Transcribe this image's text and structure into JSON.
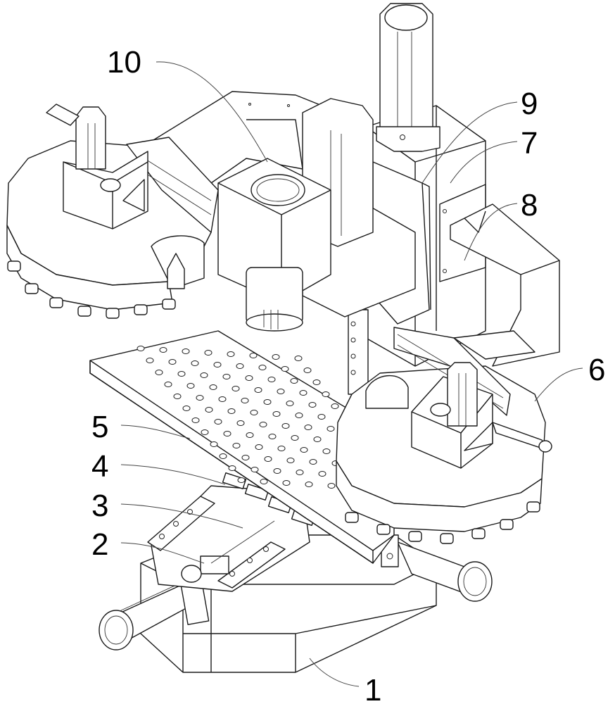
{
  "figure": {
    "type": "patent line drawing",
    "subject": "machine tool with two disc tool magazines, column, spindle head and cross slide table",
    "callouts": [
      {
        "id": "1",
        "text": "1"
      },
      {
        "id": "2",
        "text": "2"
      },
      {
        "id": "3",
        "text": "3"
      },
      {
        "id": "4",
        "text": "4"
      },
      {
        "id": "5",
        "text": "5"
      },
      {
        "id": "6",
        "text": "6"
      },
      {
        "id": "7",
        "text": "7"
      },
      {
        "id": "8",
        "text": "8"
      },
      {
        "id": "9",
        "text": "9"
      },
      {
        "id": "10",
        "text": "10"
      }
    ],
    "line_color": "#1a1a1a",
    "background": "#ffffff"
  }
}
